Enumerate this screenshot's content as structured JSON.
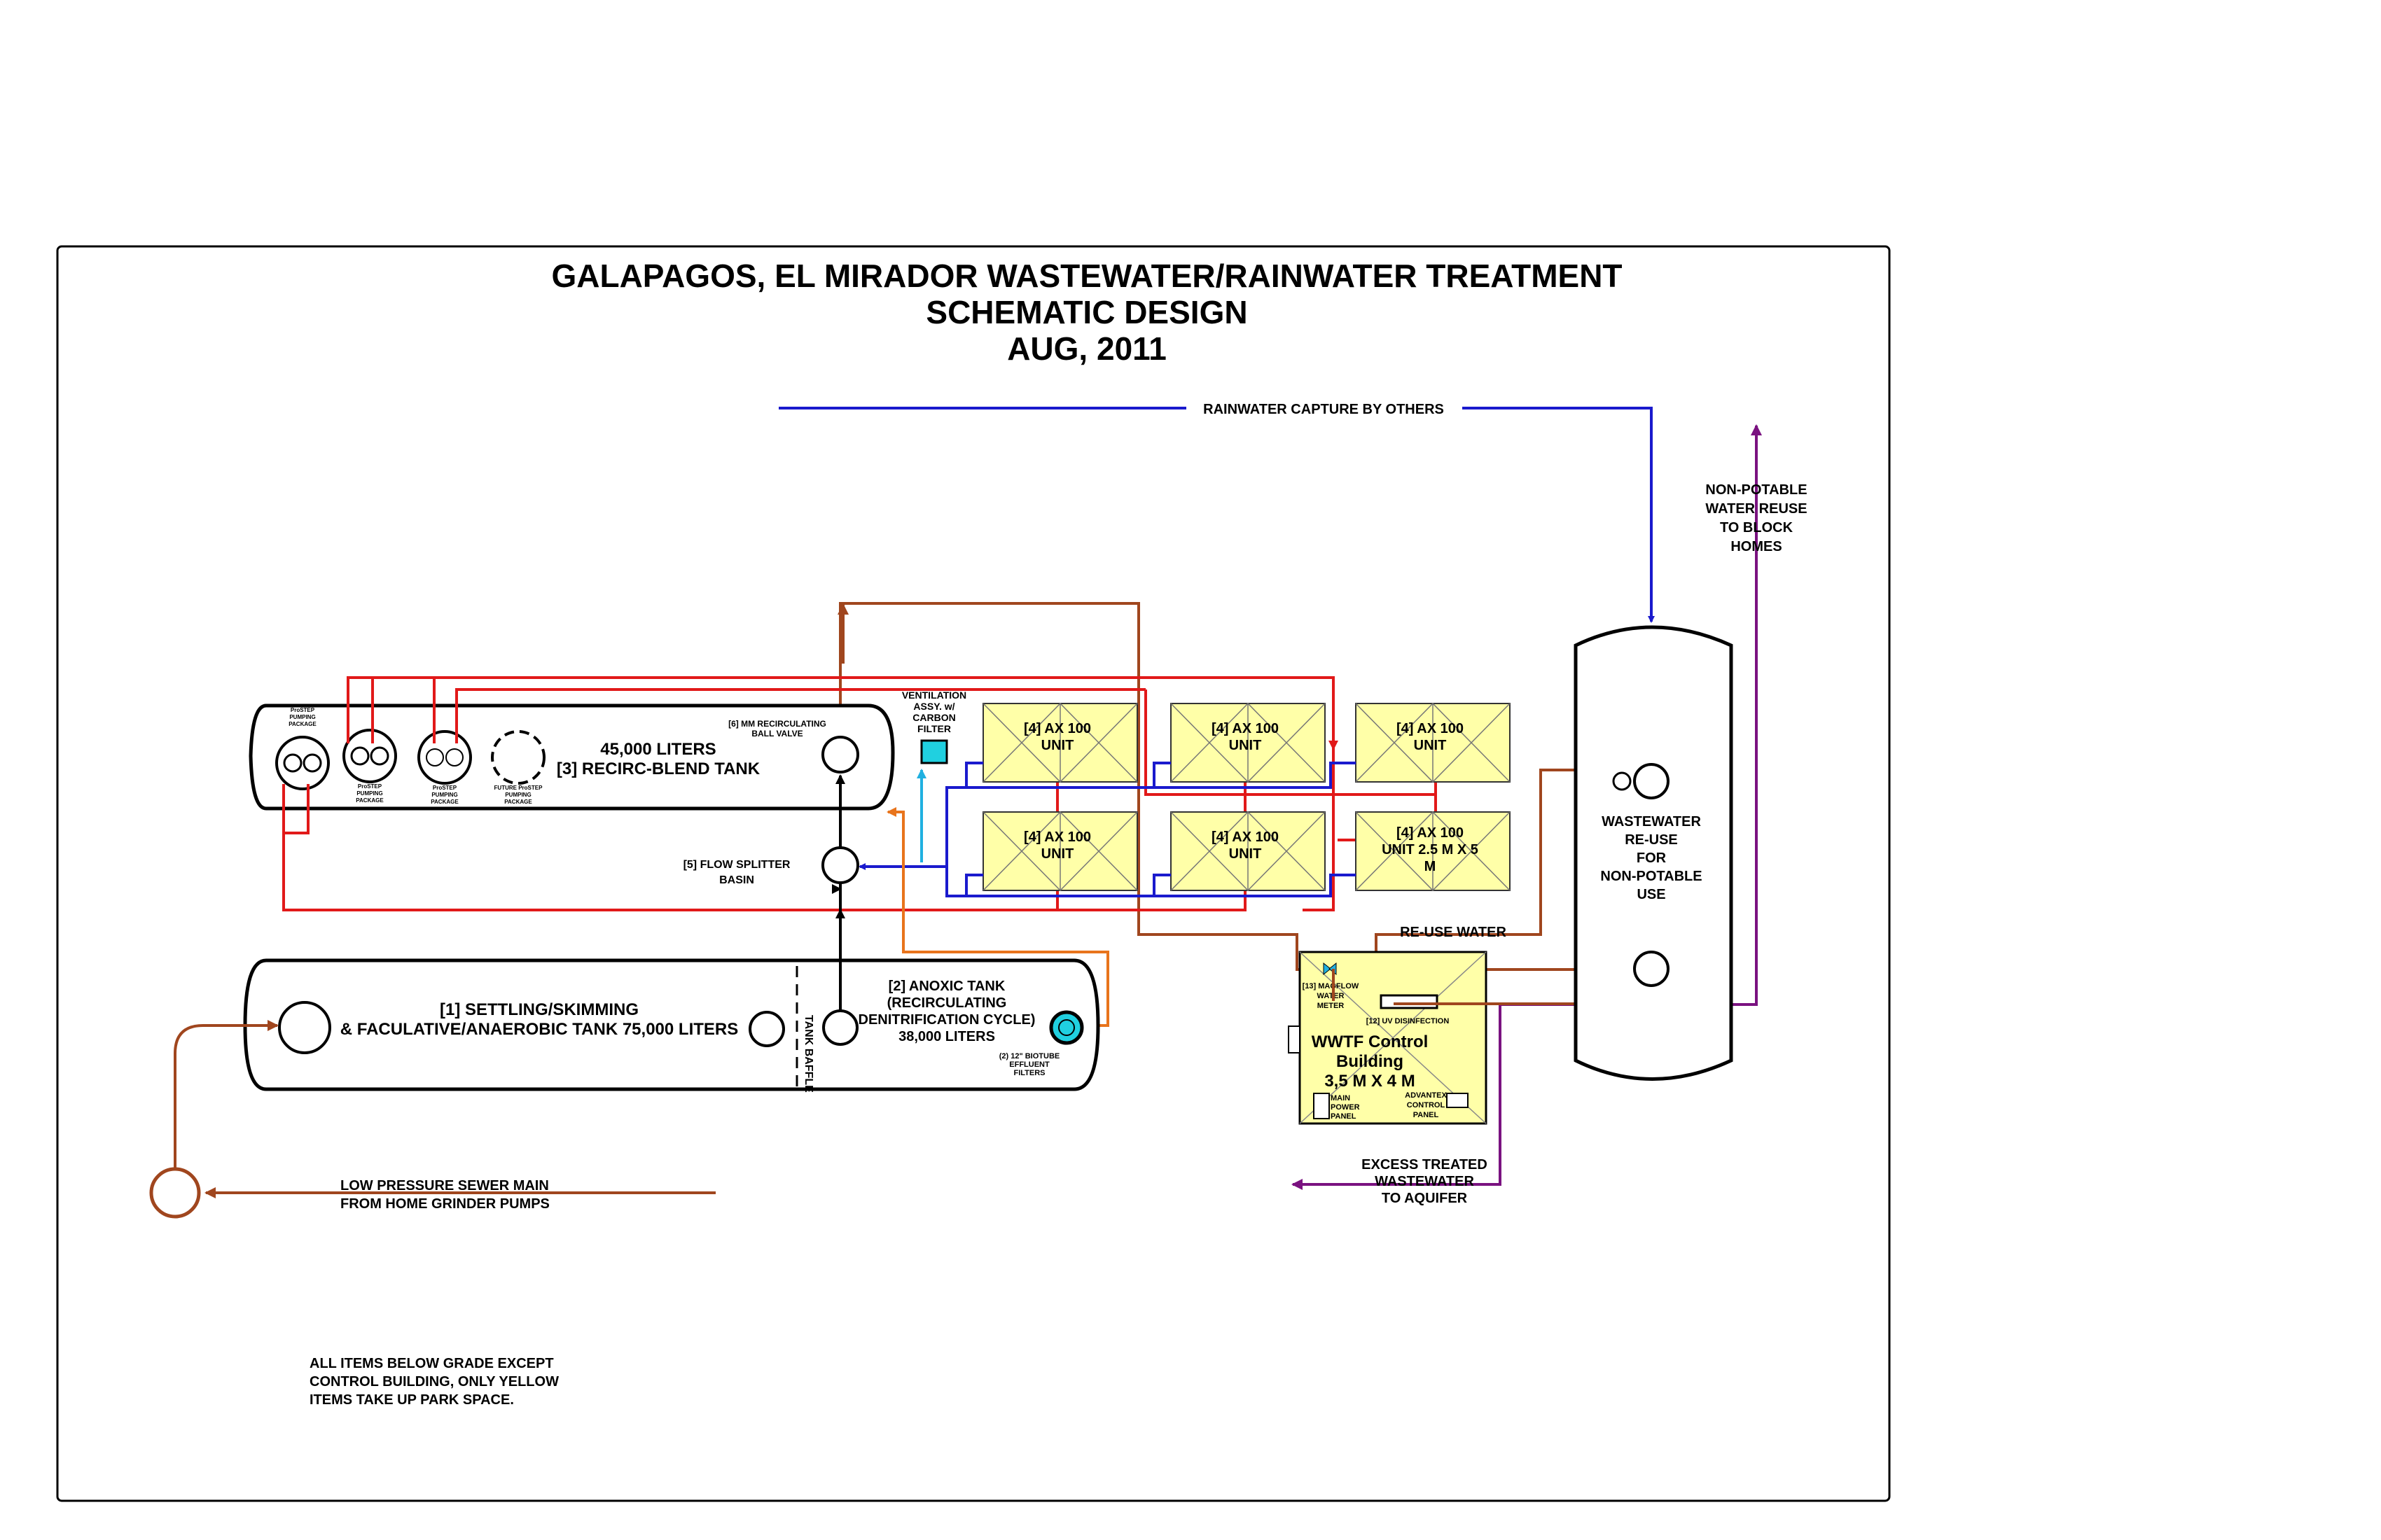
{
  "title": {
    "line1": "GALAPAGOS, EL MIRADOR WASTEWATER/RAINWATER TREATMENT",
    "line2": "SCHEMATIC DESIGN",
    "line3": "AUG, 2011"
  },
  "rainwater": {
    "label": "RAINWATER CAPTURE BY OTHERS"
  },
  "reuse_homes": {
    "lines": [
      "NON-POTABLE",
      "WATER REUSE",
      "TO BLOCK",
      "HOMES"
    ]
  },
  "recirc_tank": {
    "line1": "45,000 LITERS",
    "line2": "[3] RECIRC-BLEND TANK",
    "pumps": [
      {
        "lines": [
          "ProSTEP",
          "PUMPING",
          "PACKAGE"
        ]
      },
      {
        "lines": [
          "ProSTEP",
          "PUMPING",
          "PACKAGE"
        ]
      },
      {
        "lines": [
          "ProSTEP",
          "PUMPING",
          "PACKAGE"
        ]
      },
      {
        "lines": [
          "FUTURE ProSTEP",
          "PUMPING",
          "PACKAGE"
        ]
      }
    ]
  },
  "ball_valve": {
    "lines": [
      "[6] MM RECIRCULATING",
      "BALL VALVE"
    ]
  },
  "ventilation": {
    "lines": [
      "VENTILATION",
      "ASSY. w/",
      "CARBON",
      "FILTER"
    ]
  },
  "flow_splitter": {
    "lines": [
      "[5] FLOW SPLITTER",
      "BASIN"
    ]
  },
  "ax_units": [
    {
      "lines": [
        "[4] AX 100",
        "UNIT"
      ]
    },
    {
      "lines": [
        "[4] AX 100",
        "UNIT"
      ]
    },
    {
      "lines": [
        "[4] AX 100",
        "UNIT"
      ]
    },
    {
      "lines": [
        "[4] AX 100",
        "UNIT"
      ]
    },
    {
      "lines": [
        "[4] AX 100",
        "UNIT"
      ]
    },
    {
      "lines": [
        "[4] AX 100",
        "UNIT 2.5 M X 5",
        "M"
      ]
    }
  ],
  "settling_tank": {
    "line1": "[1] SETTLING/SKIMMING",
    "line2": "& FACULATIVE/ANAEROBIC TANK 75,000 LITERS",
    "baffle": "TANK BAFFLE"
  },
  "anoxic_tank": {
    "lines": [
      "[2] ANOXIC TANK",
      "(RECIRCULATING",
      "DENITRIFICATION CYCLE)",
      "38,000 LITERS"
    ],
    "biotube": [
      "(2) 12\" BIOTUBE",
      "EFFLUENT",
      "FILTERS"
    ]
  },
  "reuse_water": {
    "label": "RE-USE WATER"
  },
  "control_building": {
    "lines": [
      "WWTF Control",
      "Building",
      "3,5 M X 4 M"
    ],
    "flow_meter": [
      "[13] MAGFLOW",
      "WATER",
      "METER"
    ],
    "uv": "[12] UV DISINFECTION",
    "main_power": [
      "MAIN",
      "POWER",
      "PANEL"
    ],
    "advantex": [
      "ADVANTEX",
      "CONTROL",
      "PANEL"
    ]
  },
  "reuse_tank": {
    "lines": [
      "WASTEWATER",
      "RE-USE",
      "FOR",
      "NON-POTABLE",
      "USE"
    ]
  },
  "excess": {
    "lines": [
      "EXCESS TREATED",
      "WASTEWATER",
      "TO AQUIFER"
    ]
  },
  "sewer_main": {
    "lines": [
      "LOW PRESSURE SEWER MAIN",
      "FROM HOME GRINDER PUMPS"
    ]
  },
  "note": {
    "lines": [
      "ALL ITEMS BELOW GRADE EXCEPT",
      "CONTROL BUILDING, ONLY YELLOW",
      "ITEMS TAKE UP PARK SPACE."
    ]
  },
  "colors": {
    "recirculation": "#e11919",
    "filtrate": "#1a1acd",
    "sewage": "#a0461e",
    "ventilation": "#20b0e0",
    "anoxic_return": "#e8741c",
    "reuse_output": "#7a1280",
    "unit_fill": "#ffffa8"
  }
}
